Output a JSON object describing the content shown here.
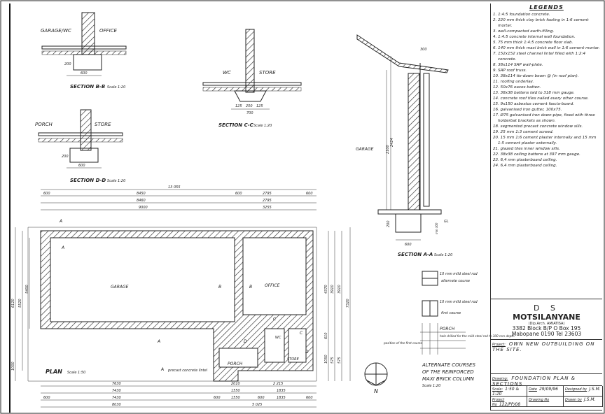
{
  "sections": {
    "bb": {
      "title": "SECTION B-B",
      "scale": "Scale 1:20",
      "left": "GARAGE/WC",
      "right": "OFFICE",
      "dim_w": "600",
      "dim_h": "200"
    },
    "cc": {
      "title": "SECTION C-C",
      "scale": "Scale 1:20",
      "left": "WC",
      "right": "STORE",
      "dims": [
        "125",
        "250",
        "125"
      ],
      "dim_w": "700"
    },
    "dd": {
      "title": "SECTION D-D",
      "scale": "Scale 1:20",
      "left": "PORCH",
      "right": "STORE",
      "dim_w": "600",
      "dim_h": "200"
    },
    "aa": {
      "title": "SECTION A-A",
      "scale": "Scale 1:20",
      "room": "GARAGE",
      "dims": [
        "300",
        "2100",
        "2424"
      ],
      "dim_w": "600",
      "dim_h": "200",
      "min": "min 300",
      "gl": "GL"
    }
  },
  "plan": {
    "title": "PLAN",
    "scale": "Scale 1:50",
    "rooms": {
      "garage": "GARAGE",
      "office": "OFFICE",
      "wc": "WC",
      "store": "STORE",
      "porch": "PORCH"
    },
    "top_dims": {
      "overall": "13 055",
      "row1": [
        "600",
        "8450",
        "600",
        "2795",
        "600"
      ],
      "row2": [
        "8460",
        "2795"
      ],
      "row3": [
        "9000",
        "3255"
      ]
    },
    "bottom_dims": {
      "row1": [
        "7630",
        "2010",
        "2 215"
      ],
      "row2": [
        "7430",
        "1550",
        "1835"
      ],
      "row3": [
        "7430",
        "600",
        "1550",
        "600",
        "1835",
        "600"
      ],
      "row4": [
        "8030",
        "5 025"
      ],
      "left600": "600"
    },
    "left_dims": [
      "6120",
      "5520",
      "5400",
      "1000"
    ],
    "right_dims": [
      "4370",
      "3910",
      "3910",
      "7320",
      "610",
      "1050",
      "575",
      "575"
    ],
    "markers": [
      "A",
      "A",
      "B",
      "B",
      "C",
      "C",
      "D",
      "D",
      "A",
      "A"
    ],
    "lintel_note": "precast concrete lintel"
  },
  "column_detail": {
    "note1": "10 mm mild steel rod",
    "note1b": "alternate course",
    "note2": "10 mm mild steel rod",
    "note2b": "first course",
    "porch": "PORCH",
    "hole": "hole drilled for the mild steel rod to 300 mm depth",
    "position": "position of the first course",
    "title_lines": [
      "ALTERNATE COURSES",
      "OF THE REINFORCED",
      "MAXI BRICK COLUMN"
    ],
    "scale": "Scale 1:20"
  },
  "north": "N",
  "legend": {
    "heading": "LEGENDS",
    "items": [
      "1. 1:4:5 foundation concrete.",
      "2. 220 mm thick clay brick footing in 1:6 cement mortar.",
      "3. well-compacted earth-filling.",
      "4. 1:4:5 concrete internal wall foundation.",
      "5. 75 mm thick 1:4:5 concrete floor slab.",
      "6. 140 mm thick maxi brick wall in 1:6 cement mortar.",
      "7. 152x152 steel channel lintel filled with 1:2:4 concrete.",
      "8. 38x114 SAP wall-plate.",
      "9. SAP roof truss.",
      "10. 38x114 tie-down beam @ (in roof plan).",
      "11. roofing underlay.",
      "12. 50x76 eaves batten.",
      "13. 38x38 battens laid to 318 mm gauge.",
      "14. concrete roof tiles nailed every other course.",
      "15. 9x150 asbestos cement fascia-board.",
      "16. galvanised iron gutter, 100x75.",
      "17. Ø75 galvanised iron down-pipe, fixed with three holderbat brackets as shown.",
      "18. segmented precast concrete window sills.",
      "19. 25 mm 1:3 cement screed.",
      "20. 15 mm 1:6 cement plaster internally and 15 mm 1:5 cement plaster externally.",
      "21. glazed tiles inner window sills.",
      "22. 38x38 ceiling battens at 397 mm gauge.",
      "23. 6,4 mm plasterboard ceiling.",
      "24. 6,4 mm plasterboard ceiling."
    ]
  },
  "title_block": {
    "logo_letters": "D  S",
    "firm": "MOTSILANYANE",
    "qualification": "(Dip.Arch. AMIATISA)",
    "address1": "3382 Block B/P O Box 195",
    "address2": "Mabopane 0190 Tel 23603",
    "project_label": "Project:",
    "project": "OWN NEW OUTBUILDING ON THE SITE.",
    "drawing_label": "Drawing:",
    "drawing": "FOUNDATION PLAN & SECTIONS",
    "scale_label": "Scale:",
    "scale": "1:50 & 1:20",
    "date_label": "Date",
    "date": "29/09/96",
    "designed_label": "Designed by",
    "designed": "J.S.M.",
    "project_no_label": "Project No",
    "project_no": "122/PP/08",
    "drawing_no_label": "Drawing No",
    "drawing_no": "",
    "drawn_label": "Drawn by",
    "drawn": "J.S.M."
  }
}
